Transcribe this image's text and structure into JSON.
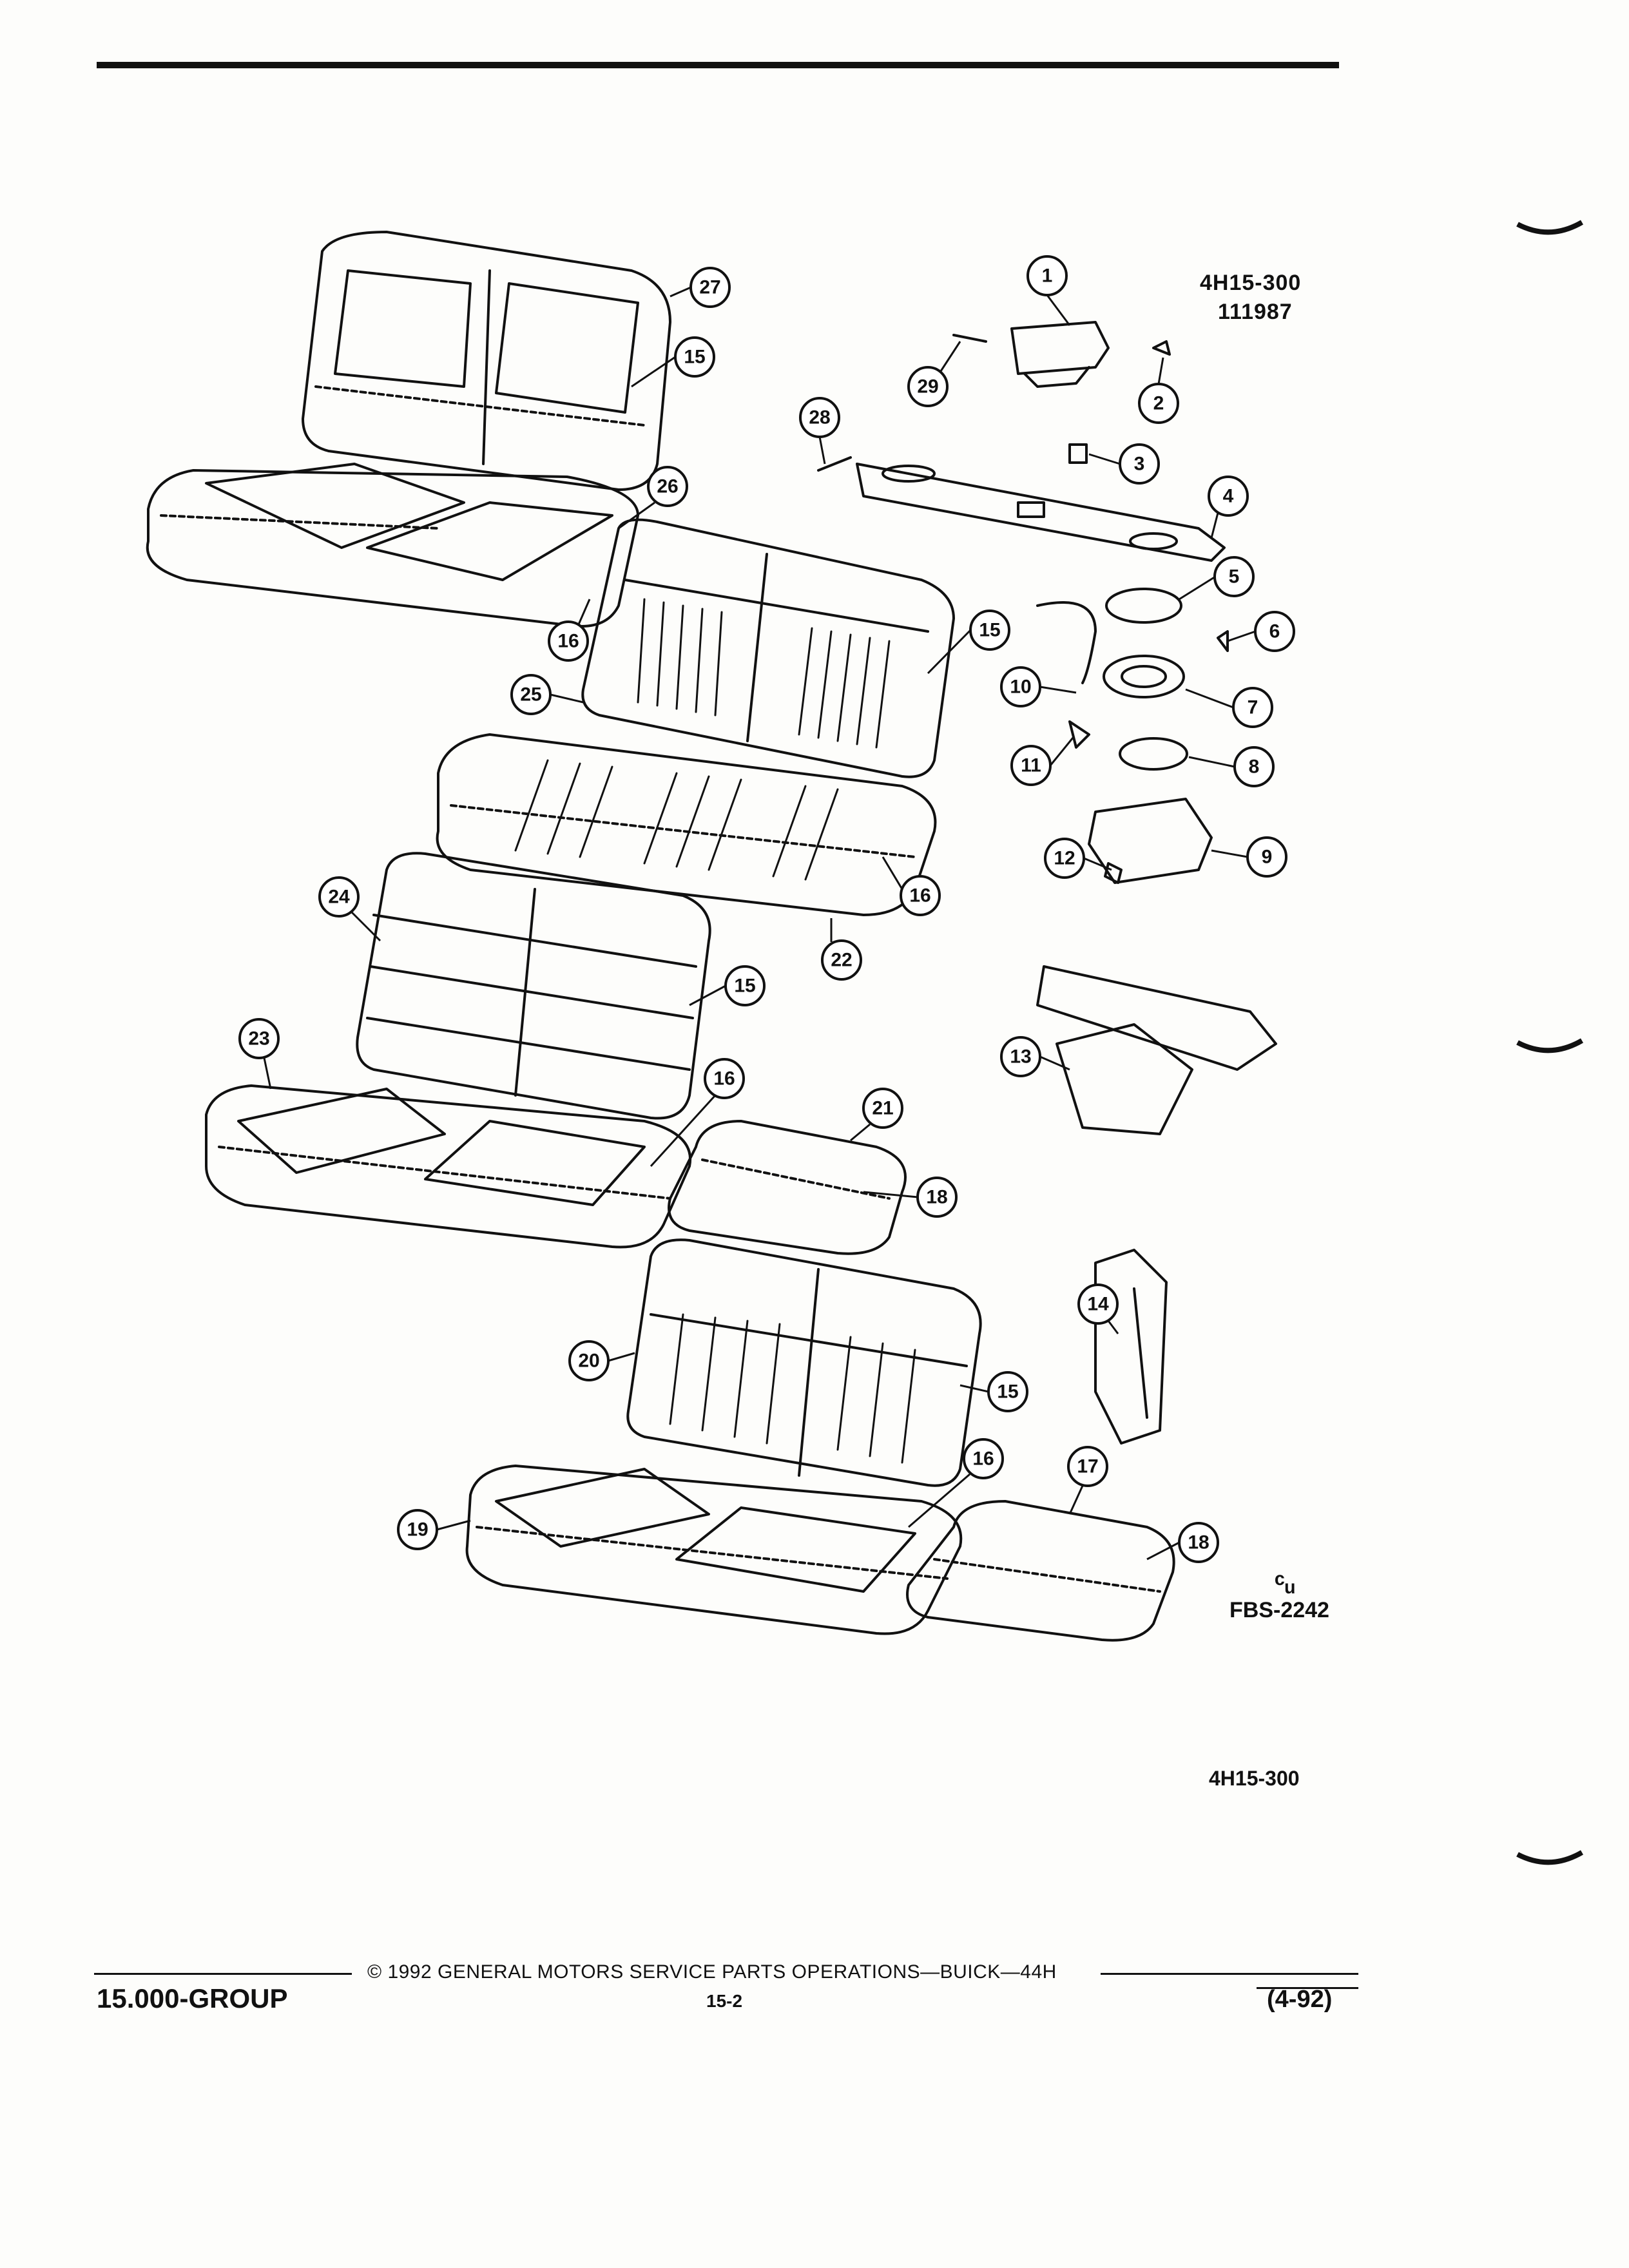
{
  "header": {
    "code_line1": "4H15-300",
    "code_line2": "111987"
  },
  "footer_codes": {
    "fbs": "FBS-2242",
    "ref": "4H15-300"
  },
  "footer": {
    "copyright": "© 1992 GENERAL MOTORS SERVICE PARTS OPERATIONS—BUICK—44H",
    "group": "15.000-GROUP",
    "page": "15-2",
    "date": "(4-92)"
  },
  "callouts": [
    "1",
    "2",
    "3",
    "4",
    "5",
    "6",
    "7",
    "8",
    "9",
    "10",
    "11",
    "12",
    "13",
    "14",
    "15",
    "15",
    "15",
    "15",
    "16",
    "16",
    "16",
    "16",
    "17",
    "18",
    "18",
    "19",
    "20",
    "21",
    "22",
    "23",
    "24",
    "25",
    "26",
    "27",
    "28",
    "29"
  ]
}
